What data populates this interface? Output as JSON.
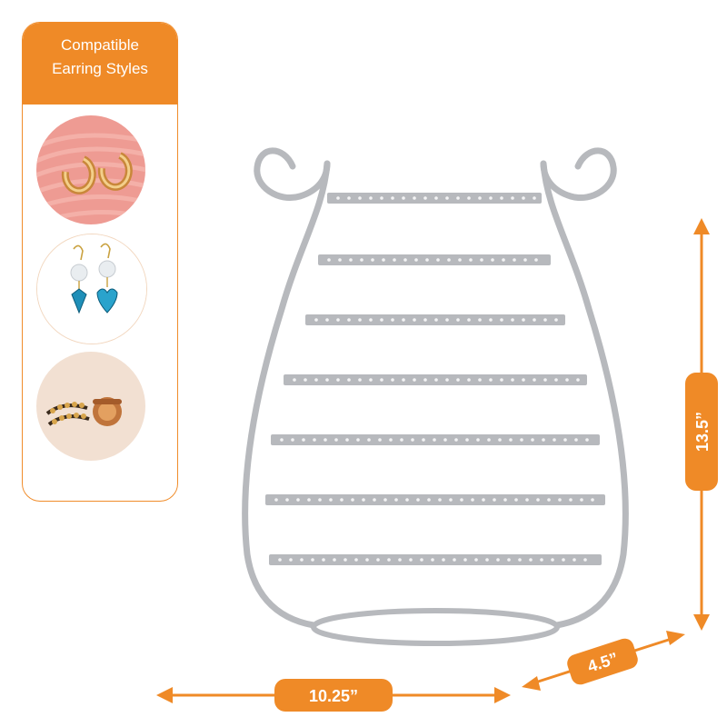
{
  "panel": {
    "title_line1": "Compatible",
    "title_line2": "Earring Styles",
    "styles": [
      "hoop-earrings",
      "dangle-earrings",
      "ear-cuffs"
    ]
  },
  "dimensions": {
    "height": "13.5”",
    "width": "10.25”",
    "depth": "4.5”"
  },
  "colors": {
    "accent": "#ef8a27",
    "stand": "#b9bbbf"
  }
}
